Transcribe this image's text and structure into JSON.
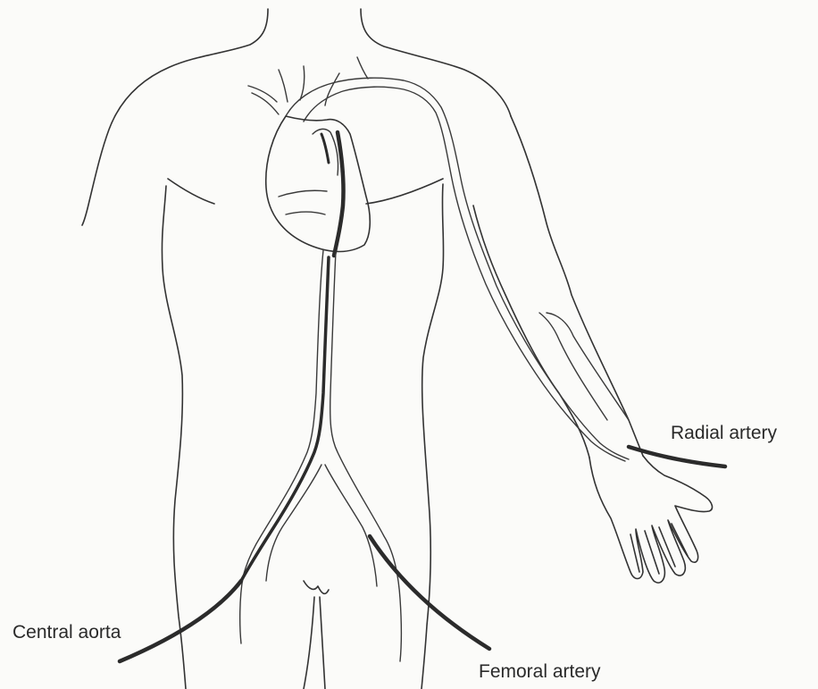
{
  "figure": {
    "labels": {
      "radial_artery": "Radial artery",
      "central_aorta": "Central aorta",
      "femoral_artery": "Femoral artery"
    }
  }
}
